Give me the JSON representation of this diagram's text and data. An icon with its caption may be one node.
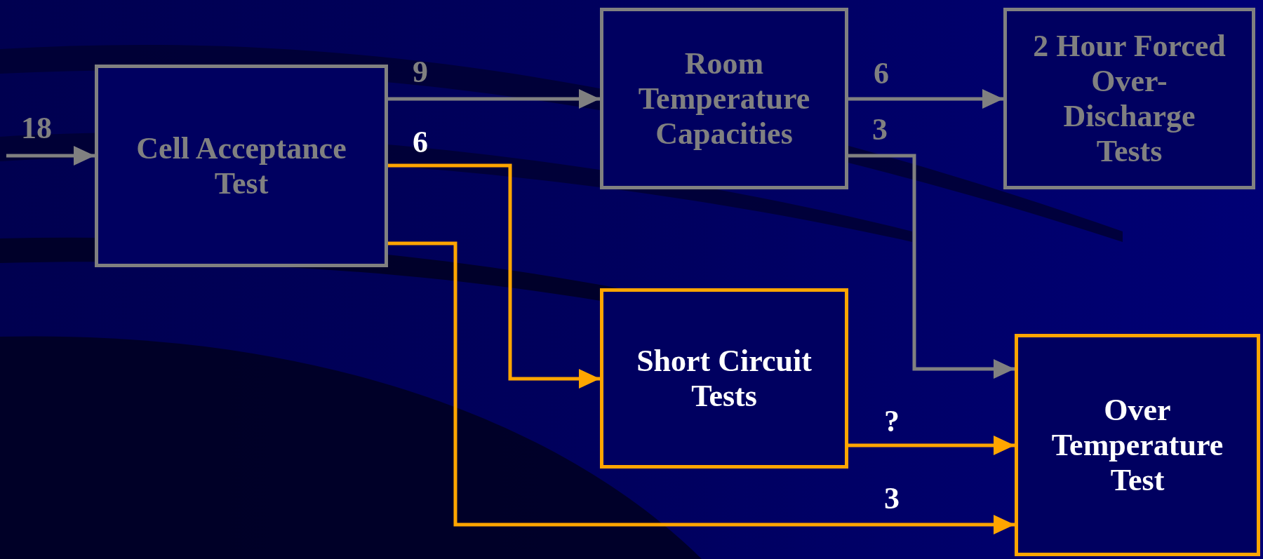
{
  "diagram": {
    "nodes": [
      {
        "text": [
          "Cell Acceptance Test"
        ]
      },
      {
        "text": [
          "Room Temperature Capacities"
        ]
      },
      {
        "text": [
          "2 Hour Forced Over-Discharge Tests"
        ]
      },
      {
        "text": [
          "Short Circuit Tests"
        ]
      },
      {
        "text": [
          "Over Temperature Test"
        ]
      }
    ],
    "edges": [
      {
        "from": null,
        "to": 0,
        "arrow": "to",
        "label": "18"
      },
      {
        "from": 0,
        "to": 1,
        "arrow": "to",
        "label": "9"
      },
      {
        "from": 1,
        "to": 2,
        "arrow": "to",
        "label": "6"
      },
      {
        "from": 1,
        "to": 4,
        "arrow": "to",
        "label": "3"
      },
      {
        "from": 0,
        "to": 3,
        "arrow": "to",
        "label": "6",
        "color": "#ffa500"
      },
      {
        "from": 0,
        "to": 4,
        "arrow": "to",
        "label": "3",
        "color": "#ffa500"
      },
      {
        "from": 3,
        "to": 4,
        "arrow": "to",
        "label": "?",
        "color": "#ffa500"
      }
    ]
  }
}
